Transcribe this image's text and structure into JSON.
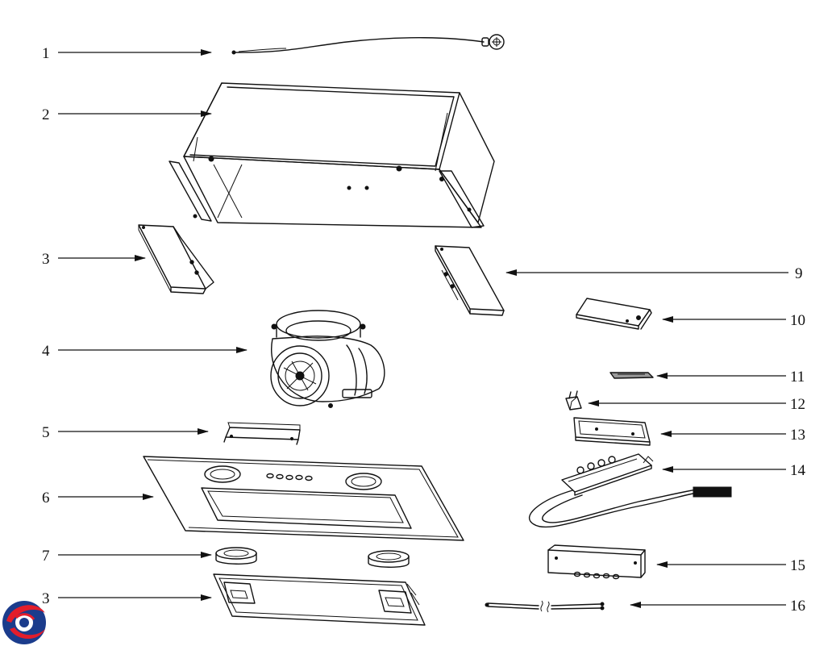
{
  "diagram": {
    "left_labels": [
      "1",
      "2",
      "3",
      "4",
      "5",
      "6",
      "7",
      "3"
    ],
    "right_labels": [
      "9",
      "10",
      "11",
      "12",
      "13",
      "14",
      "15",
      "16"
    ]
  }
}
